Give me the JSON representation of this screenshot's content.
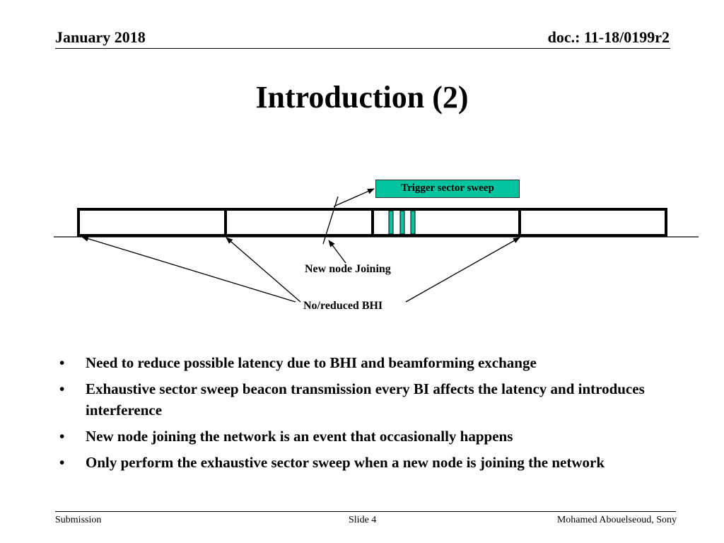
{
  "header": {
    "date": "January 2018",
    "doc": "doc.: 11-18/0199r2"
  },
  "title": "Introduction (2)",
  "diagram": {
    "trigger_label": "Trigger sector sweep",
    "new_node_label": "New node Joining",
    "bhi_label": "No/reduced BHI",
    "colors": {
      "sweep_fill": "#00c4a0"
    }
  },
  "bullets": [
    "Need to reduce possible latency due to BHI and beamforming exchange",
    "Exhaustive sector sweep beacon transmission every BI affects the latency and introduces interference",
    "New node joining the network is an event that occasionally happens",
    "Only perform the exhaustive sector sweep when a new node is joining the network"
  ],
  "footer": {
    "left": "Submission",
    "center": "Slide 4",
    "right": "Mohamed Abouelseoud, Sony"
  }
}
